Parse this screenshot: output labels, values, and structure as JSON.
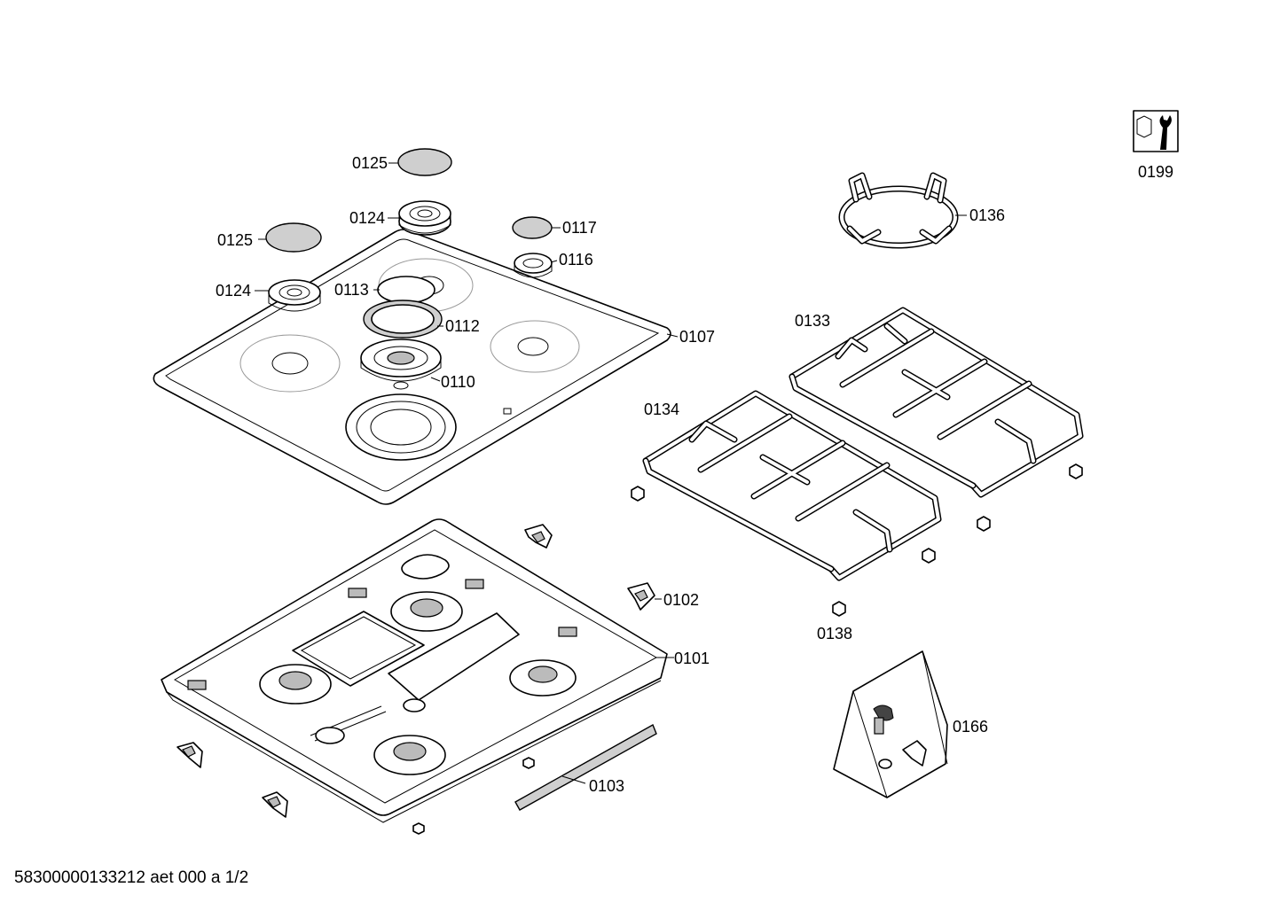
{
  "labels": {
    "p0125a": "0125",
    "p0125b": "0125",
    "p0124a": "0124",
    "p0124b": "0124",
    "p0117": "0117",
    "p0116": "0116",
    "p0113": "0113",
    "p0112": "0112",
    "p0110": "0110",
    "p0107": "0107",
    "p0136": "0136",
    "p0133": "0133",
    "p0134": "0134",
    "p0138": "0138",
    "p0102": "0102",
    "p0101": "0101",
    "p0103": "0103",
    "p0166": "0166",
    "p0199": "0199"
  },
  "document_id": "58300000133212 aet 000 a 1/2",
  "icons": {
    "service": "wrench-nut-icon"
  }
}
